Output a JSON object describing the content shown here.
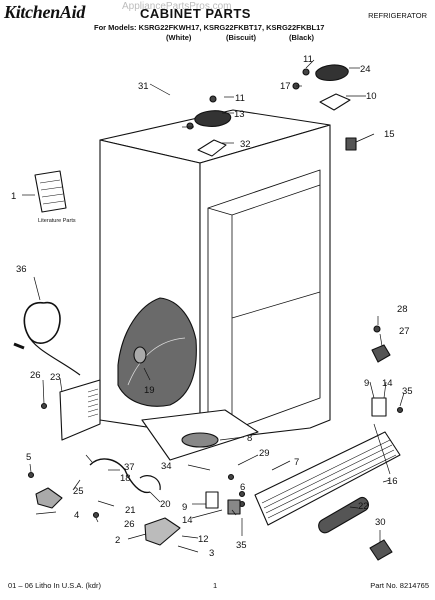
{
  "header": {
    "brand": "KitchenAid",
    "watermark": "AppliancePartsPros.com",
    "title": "CABINET PARTS",
    "category": "REFRIGERATOR",
    "models_line": "For Models: KSRG22FKWH17, KSRG22FKBT17, KSRG22FKBL17",
    "variants": [
      "(White)",
      "(Biscuit)",
      "(Black)"
    ]
  },
  "diagram": {
    "literature_label": "Literature Parts",
    "callouts": [
      "1",
      "2",
      "3",
      "4",
      "5",
      "6",
      "7",
      "8",
      "9",
      "9",
      "10",
      "11",
      "11",
      "12",
      "13",
      "14",
      "14",
      "15",
      "16",
      "17",
      "18",
      "19",
      "20",
      "21",
      "22",
      "23",
      "24",
      "25",
      "26",
      "26",
      "27",
      "28",
      "29",
      "30",
      "31",
      "32",
      "34",
      "35",
      "35",
      "36",
      "37"
    ]
  },
  "footer": {
    "litho": "01 – 06 Litho In U.S.A. (kdr)",
    "page": "1",
    "part_number": "Part No. 8214765"
  }
}
